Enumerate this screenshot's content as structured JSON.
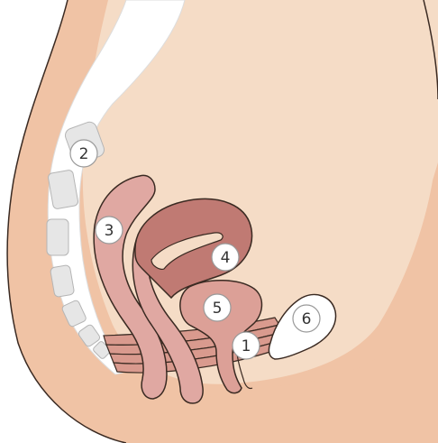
{
  "colors": {
    "skin": "#f0c3a5",
    "skin_inner": "#f5dcc6",
    "outline": "#3a2a22",
    "bone": "#ffffff",
    "bone_gray": "#e6e6e6",
    "rectum": "#e0a8a2",
    "uterus_dark": "#c07a73",
    "bladder": "#dca097",
    "muscle": "#d99a8e",
    "label_fill": "#ffffff",
    "label_stroke": "#999999"
  },
  "labels": [
    {
      "id": "1",
      "text": "1"
    },
    {
      "id": "2",
      "text": "2"
    },
    {
      "id": "3",
      "text": "3"
    },
    {
      "id": "4",
      "text": "4"
    },
    {
      "id": "5",
      "text": "5"
    },
    {
      "id": "6",
      "text": "6"
    }
  ]
}
